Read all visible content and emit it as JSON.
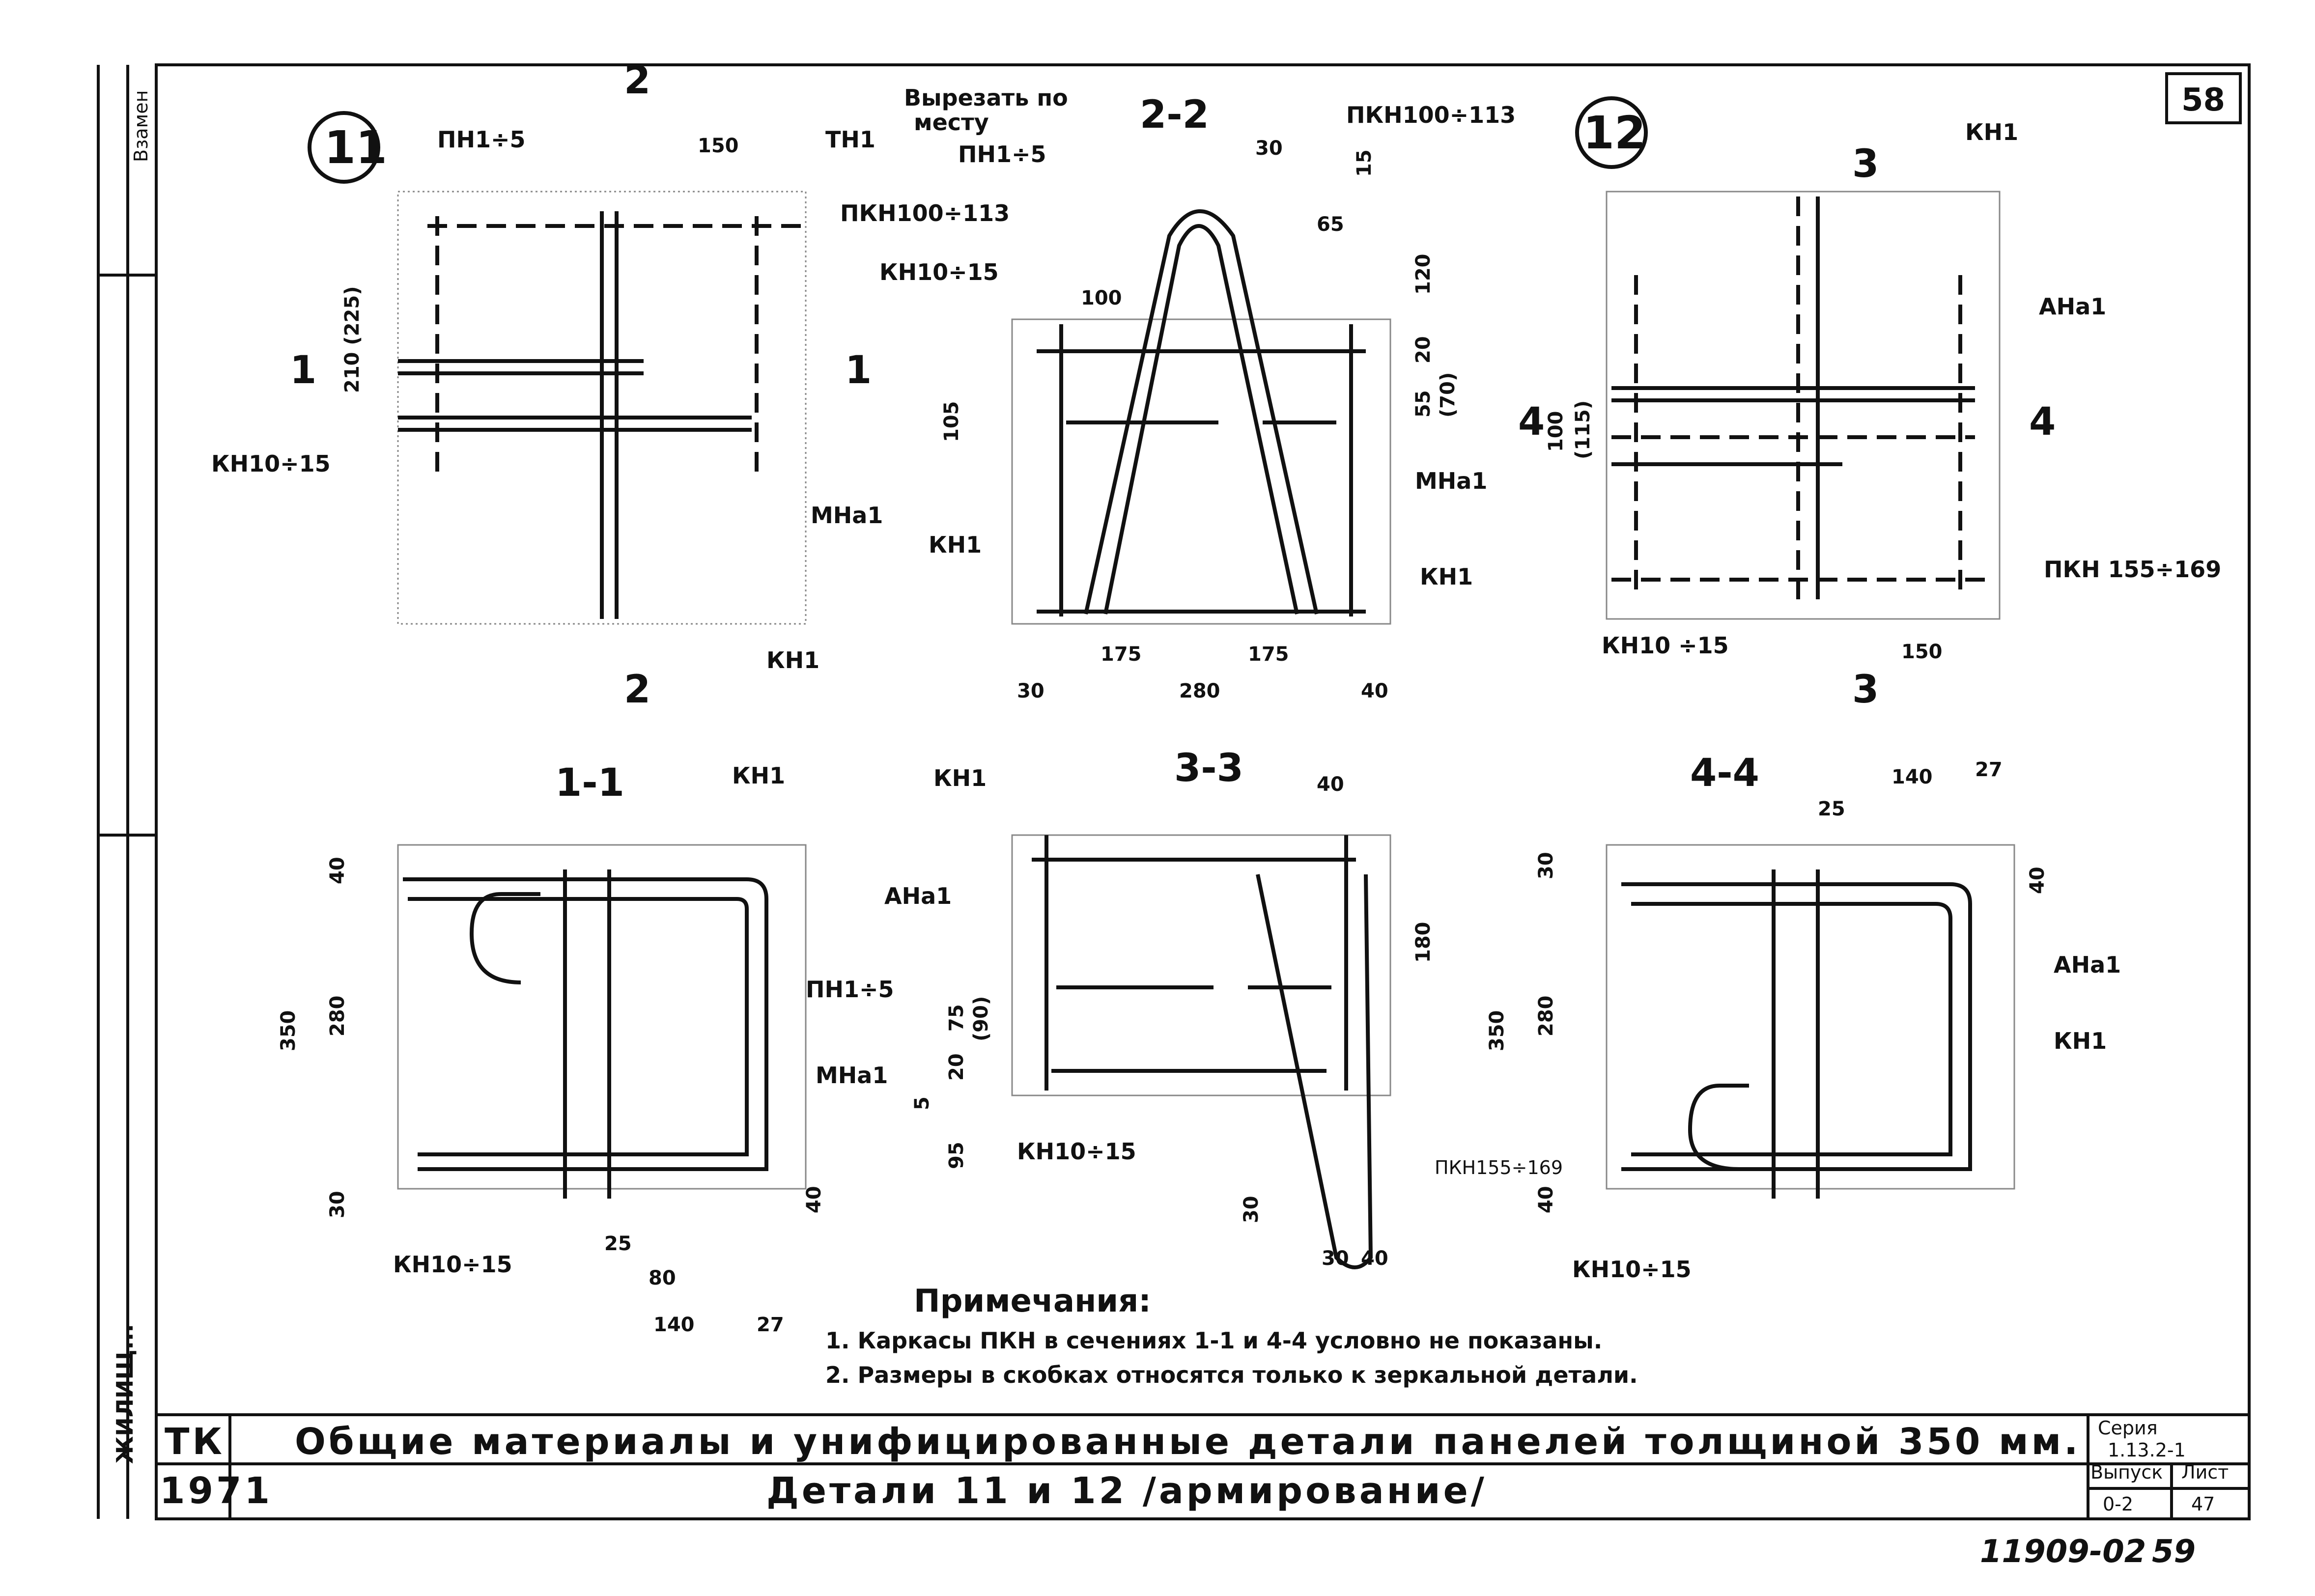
{
  "sheet": {
    "sheet_no_top": "58",
    "stamp_vzamen": "Взамен",
    "handwritten_code": "11909-02",
    "handwritten_page": "59"
  },
  "detail_11": {
    "marker": "11",
    "labels": {
      "pn": "ПН1÷5",
      "tn": "ТН1",
      "pkn": "ПКН100÷113",
      "kn10": "КН10÷15",
      "mna": "МНа1",
      "kn1": "КН1"
    },
    "dims": {
      "d150": "150",
      "d210": "210 (225)"
    },
    "cuts": {
      "c2": "2",
      "c1": "1"
    }
  },
  "section_2_2": {
    "title": "2-2",
    "labels": {
      "cut_note_1": "Вырезать по",
      "cut_note_2": "месту",
      "pn": "ПН1÷5",
      "pkn": "ПКН100÷113",
      "kn10": "КН10÷15",
      "mna": "МНа1",
      "kn1_left": "КН1",
      "kn1_right": "КН1"
    },
    "dims": {
      "d30a": "30",
      "d15": "15",
      "d65": "65",
      "d120": "120",
      "d20": "20",
      "d55": "55",
      "d70": "(70)",
      "d100": "100",
      "d105": "105",
      "d175a": "175",
      "d175b": "175",
      "d280": "280",
      "d30": "30",
      "d40": "40"
    }
  },
  "detail_12": {
    "marker": "12",
    "labels": {
      "kn1": "КН1",
      "ana": "АНа1",
      "pkn": "ПКН 155÷169",
      "kn10": "КН10 ÷15"
    },
    "dims": {
      "d100": "100",
      "d115": "(115)",
      "d150": "150"
    },
    "cuts": {
      "c3": "3",
      "c4": "4"
    }
  },
  "section_1_1": {
    "title": "1-1",
    "labels": {
      "kn1": "КН1",
      "pn": "ПН1÷5",
      "mna": "МНа1",
      "kn10": "КН10÷15"
    },
    "dims": {
      "d40": "40",
      "d350": "350",
      "d280": "280",
      "d30": "30",
      "d40b": "40",
      "d25": "25",
      "d80": "80",
      "d140": "140",
      "d27": "27"
    }
  },
  "section_3_3": {
    "title": "3-3",
    "labels": {
      "kn1": "КН1",
      "ana": "АНа1",
      "kn10": "КН10÷15",
      "pkn": "ПКН155÷169"
    },
    "dims": {
      "d40": "40",
      "d180": "180",
      "d75": "75",
      "d90": "(90)",
      "d20": "20",
      "d5": "5",
      "d95": "95",
      "d30": "30",
      "d30b": "30",
      "d40b": "40"
    }
  },
  "section_4_4": {
    "title": "4-4",
    "labels": {
      "ana": "АНа1",
      "kn1": "КН1",
      "kn10": "КН10÷15"
    },
    "dims": {
      "d140": "140",
      "d27": "27",
      "d25": "25",
      "d30": "30",
      "d40": "40",
      "d350": "350",
      "d280": "280",
      "d40b": "40"
    }
  },
  "notes": {
    "heading": "Примечания:",
    "items": [
      "1. Каркасы ПКН в сечениях 1-1 и 4-4 условно не показаны.",
      "2. Размеры в скобках относятся только к зеркальной детали."
    ]
  },
  "title_block": {
    "org": "ТК",
    "year": "1971",
    "series_title": "Общие материалы и унифицированные детали панелей толщиной 350 мм.",
    "drawing_title": "Детали 11 и 12 /армирование/",
    "seria_label": "Серия",
    "seria_value": "1.13.2-1",
    "vypusk_label": "Выпуск",
    "vypusk_value": "0-2",
    "list_label": "Лист",
    "list_value": "47"
  },
  "side_strip": {
    "vertical_text": "ЖИЛИЩ..."
  }
}
